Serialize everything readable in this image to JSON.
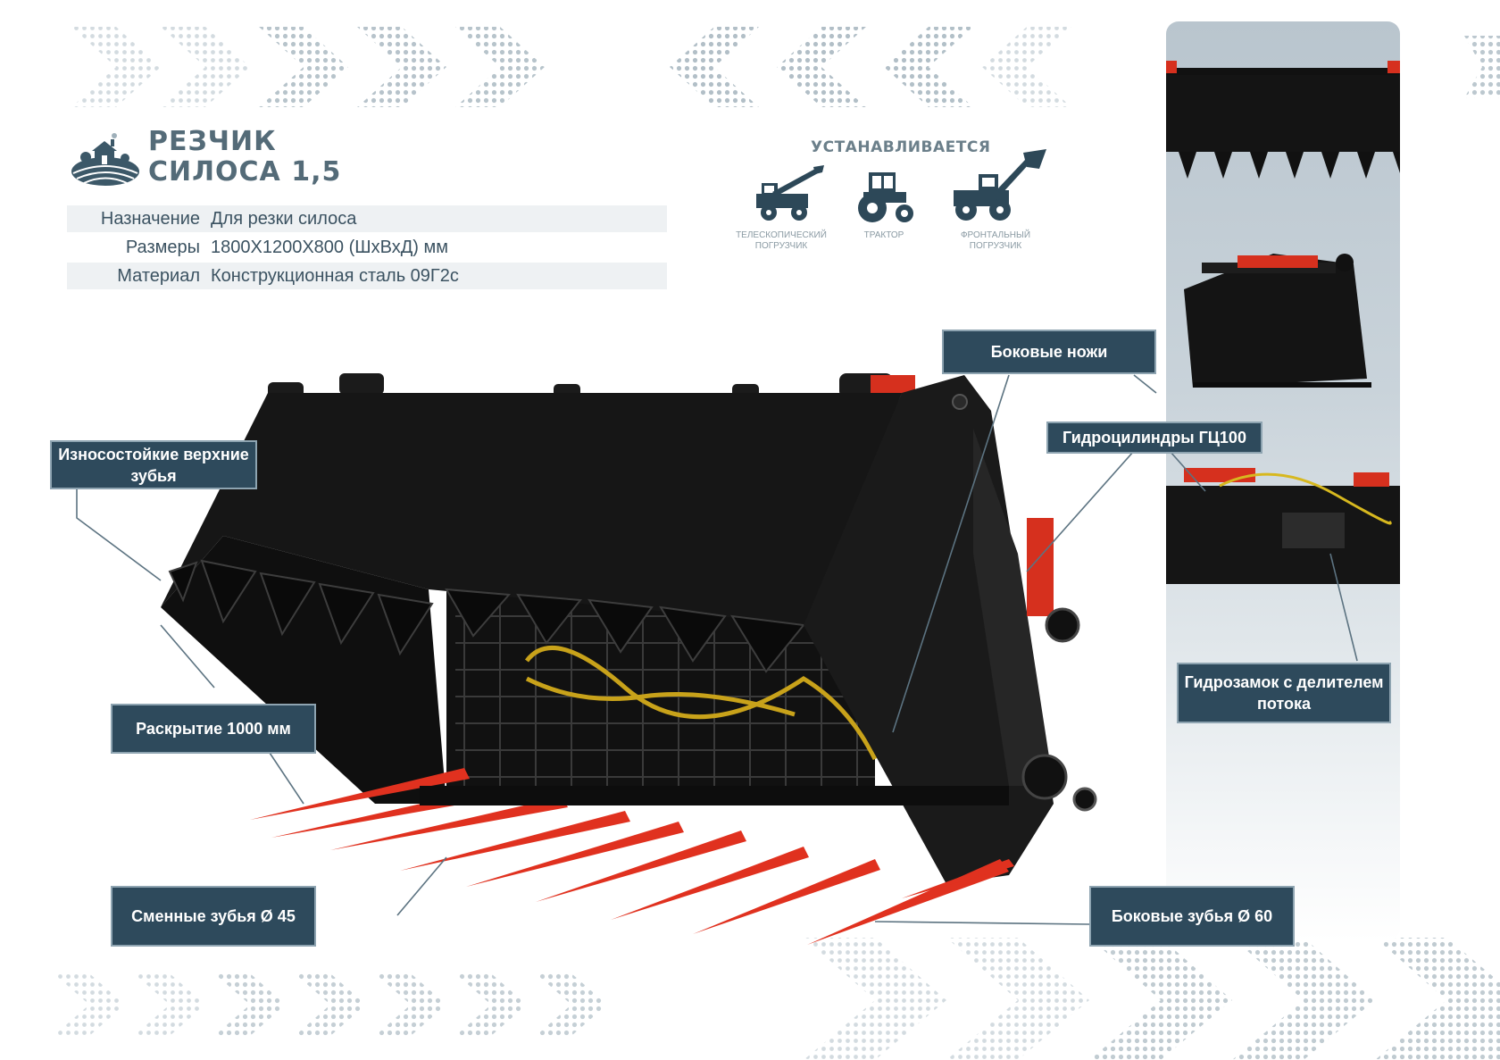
{
  "product": {
    "title_line1": "РЕЗЧИК",
    "title_line2": "СИЛОСА 1,5"
  },
  "specs": [
    {
      "label": "Назначение",
      "value": "Для резки силоса"
    },
    {
      "label": "Размеры",
      "value": "1800Х1200Х800 (ШхВхД) мм"
    },
    {
      "label": "Материал",
      "value": "Конструкционная сталь 09Г2с"
    }
  ],
  "installs": {
    "title": "УСТАНАВЛИВАЕТСЯ",
    "vehicles": [
      {
        "icon": "telehandler-icon",
        "caption": "ТЕЛЕСКОПИЧЕСКИЙ ПОГРУЗЧИК"
      },
      {
        "icon": "tractor-icon",
        "caption": "ТРАКТОР"
      },
      {
        "icon": "front-loader-icon",
        "caption": "ФРОНТАЛЬНЫЙ ПОГРУЗЧИК"
      }
    ]
  },
  "callouts": {
    "upper_teeth": "Износостойкие верхние зубья",
    "opening": "Раскрытие 1000 мм",
    "replaceable_teeth": "Сменные зубья Ø 45",
    "side_knives": "Боковые ножи",
    "cylinders": "Гидроцилиндры ГЦ100",
    "hydrolock": "Гидрозамок с делителем потока",
    "side_teeth": "Боковые зубья Ø 60"
  },
  "colors": {
    "callout_bg": "#2e4a5c",
    "accent_red": "#e0311f",
    "steel_black": "#151515",
    "title_gray": "#546b78"
  }
}
